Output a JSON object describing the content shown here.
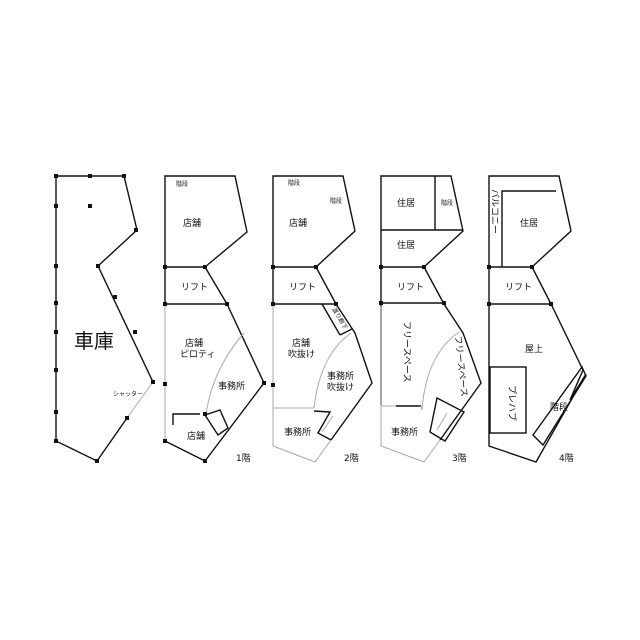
{
  "garage": {
    "label": "車庫",
    "shutter": "シャッター"
  },
  "floor1": {
    "stairs": "階段",
    "shop": "店舗",
    "lift": "リフト",
    "pilotis_1": "店舗",
    "pilotis_2": "ピロティ",
    "office": "事務所",
    "shop_small": "店舗",
    "floor_label": "1階"
  },
  "floor2": {
    "stairs_top": "階段",
    "stairs_side": "階段",
    "shop": "店舗",
    "lift": "リフト",
    "corridor": "渡り廊下",
    "void_1": "店舗",
    "void_2": "吹抜け",
    "office_void_1": "事務所",
    "office_void_2": "吹抜け",
    "office": "事務所",
    "floor_label": "2階"
  },
  "floor3": {
    "residence_1": "住居",
    "stairs": "階段",
    "residence_2": "住居",
    "lift": "リフト",
    "free_space_1": "フリースペース",
    "free_space_2": "フリースペース",
    "office": "事務所",
    "floor_label": "3階"
  },
  "floor4": {
    "balcony": "バルコニー",
    "residence": "住居",
    "lift": "リフト",
    "rooftop": "屋上",
    "prefab": "プレハブ",
    "stairs": "階段",
    "floor_label": "4階"
  }
}
